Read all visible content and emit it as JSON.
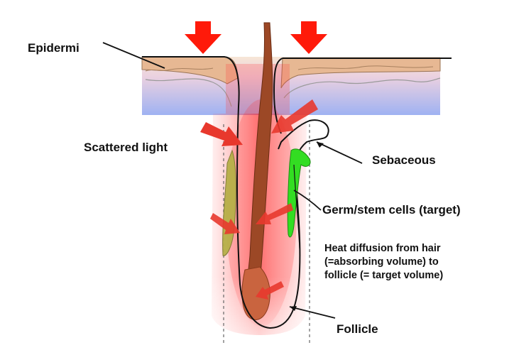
{
  "labels": {
    "epidermis": "Epidermi",
    "scattered_light": "Scattered light",
    "sebaceous": "Sebaceous",
    "target": "Germ/stem cells (target)",
    "heat_line1": "Heat diffusion from hair",
    "heat_line2": "(=absorbing volume) to",
    "heat_line3": "follicle (= target volume)",
    "follicle": "Follicle"
  },
  "colors": {
    "incident_light": "#ff1a0a",
    "scattered_light": "#e8382d",
    "skin_top": "#e7b893",
    "dermis_blue": "#a9b8f0",
    "hair_shaft": "#9c4826",
    "hair_bulb": "#c9643f",
    "stem_cells": "#33dd22",
    "sheath": "#b7b048"
  }
}
